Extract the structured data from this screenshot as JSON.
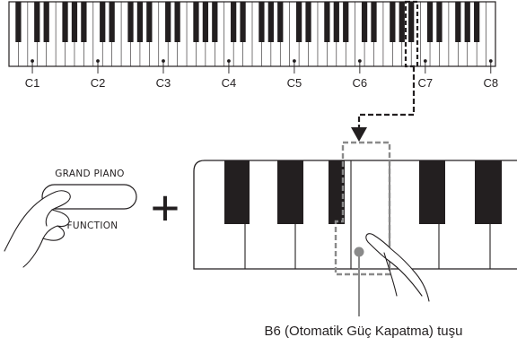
{
  "keyboard": {
    "octave_labels": [
      "C1",
      "C2",
      "C3",
      "C4",
      "C5",
      "C6",
      "C7",
      "C8"
    ],
    "white_key_count": 52
  },
  "button": {
    "top_label": "GRAND PIANO",
    "bottom_label": "FUNCTION"
  },
  "plus_symbol": "+",
  "callout": {
    "label": "B6 (Otomatik Güç Kapatma) tuşu"
  },
  "colors": {
    "line": "#231f20",
    "highlight_dash": "#8a8a8a"
  }
}
